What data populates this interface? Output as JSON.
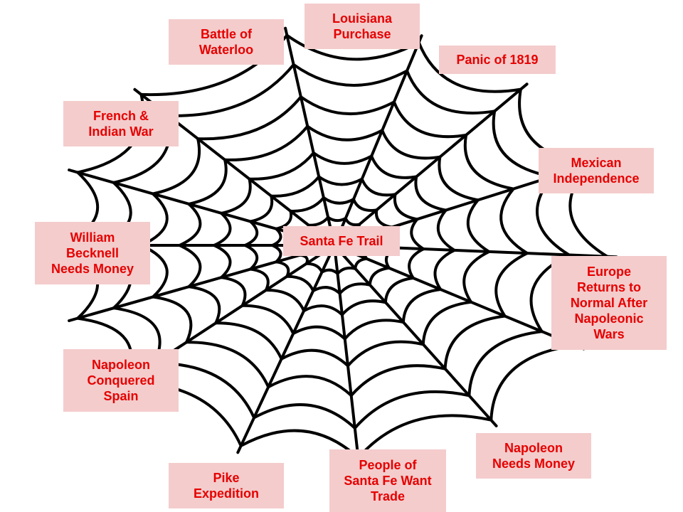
{
  "center": {
    "text": "Santa Fe Trail"
  },
  "nodes": [
    {
      "id": "louisiana-purchase",
      "text": "Louisiana\nPurchase"
    },
    {
      "id": "panic-of-1819",
      "text": "Panic of 1819"
    },
    {
      "id": "mexican-independence",
      "text": "Mexican\nIndependence"
    },
    {
      "id": "europe-returns-to-normal",
      "text": "Europe\nReturns to\nNormal After\nNapoleonic\nWars"
    },
    {
      "id": "napoleon-needs-money",
      "text": "Napoleon\nNeeds Money"
    },
    {
      "id": "people-of-santa-fe-want-trade",
      "text": "People of\nSanta Fe Want\nTrade"
    },
    {
      "id": "pike-expedition",
      "text": "Pike\nExpedition"
    },
    {
      "id": "napoleon-conquered-spain",
      "text": "Napoleon\nConquered\nSpain"
    },
    {
      "id": "william-becknell-needs-money",
      "text": "William\nBecknell\nNeeds Money"
    },
    {
      "id": "french-and-indian-war",
      "text": "French &\nIndian War"
    },
    {
      "id": "battle-of-waterloo",
      "text": "Battle of\nWaterloo"
    }
  ],
  "colors": {
    "label_bg": "#f4cccc",
    "label_text": "#e60000",
    "web_stroke": "#000000"
  }
}
